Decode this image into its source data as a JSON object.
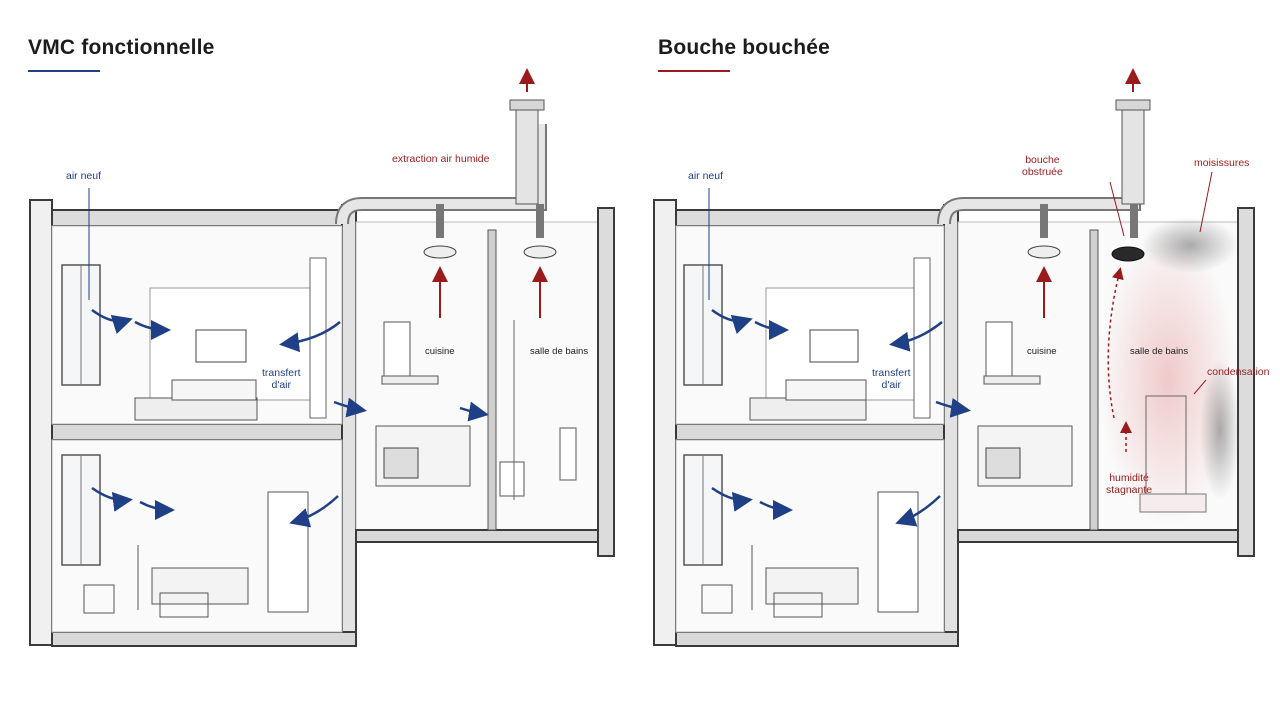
{
  "colors": {
    "accent_blue": "#1f3f86",
    "accent_red": "#9a1b1b",
    "line_dark": "#3a3a3a"
  },
  "panels": [
    {
      "title": "VMC fonctionnelle",
      "labels": {
        "fresh_air": "air neuf",
        "extraction": "extraction air humide",
        "transfer": "transfert\nd'air",
        "kitchen": "cuisine",
        "bathroom": "salle de bains"
      }
    },
    {
      "title": "Bouche bouchée",
      "labels": {
        "fresh_air": "air neuf",
        "blocked_vent": "bouche\nobstruée",
        "mold": "moisissures",
        "transfer": "transfert\nd'air",
        "kitchen": "cuisine",
        "bathroom": "salle de bains",
        "condensation": "condensation",
        "stagnant_humidity": "humidité\nstagnante"
      }
    }
  ]
}
